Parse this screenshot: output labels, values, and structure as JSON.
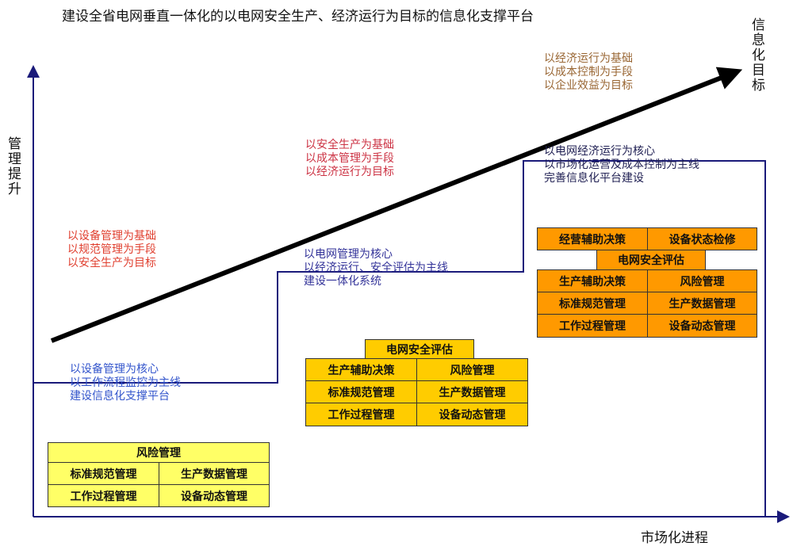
{
  "title": "建设全省电网垂直一体化的以电网安全生产、经济运行为目标的信息化支撑平台",
  "axes": {
    "y_label": "管理提升",
    "x_label": "市场化进程",
    "arrow_label": "信息化目标"
  },
  "stage1": {
    "goals": [
      "以设备管理为基础",
      "以规范管理为手段",
      "以安全生产为目标"
    ],
    "strategy": [
      "以设备管理为核心",
      "以工作流程监控为主线",
      "建设信息化支撑平台"
    ],
    "modules": {
      "header": "风险管理",
      "rows": [
        [
          "标准规范管理",
          "生产数据管理"
        ],
        [
          "工作过程管理",
          "设备动态管理"
        ]
      ]
    }
  },
  "stage2": {
    "goals": [
      "以安全生产为基础",
      "以成本管理为手段",
      "以经济运行为目标"
    ],
    "strategy": [
      "以电网管理为核心",
      "以经济运行、安全评估为主线",
      "建设一体化系统"
    ],
    "modules": {
      "header": "电网安全评估",
      "rows": [
        [
          "生产辅助决策",
          "风险管理"
        ],
        [
          "标准规范管理",
          "生产数据管理"
        ],
        [
          "工作过程管理",
          "设备动态管理"
        ]
      ]
    }
  },
  "stage3": {
    "goals": [
      "以经济运行为基础",
      "以成本控制为手段",
      "以企业效益为目标"
    ],
    "strategy": [
      "以电网经济运行为核心",
      "以市场化运营及成本控制为主线",
      "完善信息化平台建设"
    ],
    "modules": {
      "top": [
        "经营辅助决策",
        "设备状态检修"
      ],
      "header": "电网安全评估",
      "rows": [
        [
          "生产辅助决策",
          "风险管理"
        ],
        [
          "标准规范管理",
          "生产数据管理"
        ],
        [
          "工作过程管理",
          "设备动态管理"
        ]
      ]
    }
  },
  "colors": {
    "axis": "#1a1a7a",
    "stage1_goal": "#e04030",
    "stage1_strategy": "#3355cc",
    "stage2_goal": "#cc3344",
    "stage2_strategy": "#333399",
    "stage3_goal": "#996633",
    "stage3_strategy": "#222255"
  }
}
